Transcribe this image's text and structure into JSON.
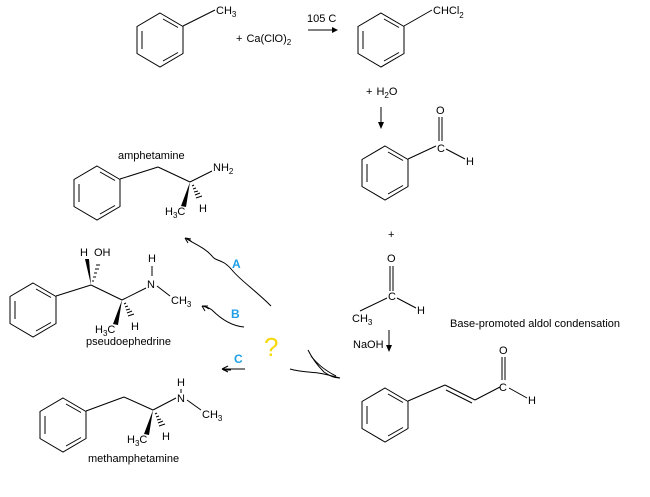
{
  "scheme": {
    "toluene": {
      "substituent": "CH",
      "substituent_sub": "3"
    },
    "reagent1": {
      "plus": "+",
      "formula": "Ca(ClO)",
      "formula_sub": "2"
    },
    "condition1": "105 C",
    "benzal_chloride": {
      "substituent": "CHCl",
      "substituent_sub": "2"
    },
    "reagent2": {
      "plus": "+",
      "h": "H",
      "sub": "2",
      "o": "O"
    },
    "benzaldehyde": {
      "o": "O",
      "c": "C",
      "h": "H"
    },
    "plus_between": "+",
    "acetaldehyde": {
      "o": "O",
      "c": "C",
      "h": "H",
      "ch": "CH",
      "ch_sub": "3"
    },
    "base": "NaOH",
    "aldol_note": "Base-promoted aldol condensation",
    "cinnamaldehyde": {
      "o": "O",
      "c": "C",
      "h": "H"
    },
    "unknown": "?",
    "routes": [
      "A",
      "B",
      "C"
    ],
    "amphetamine": {
      "name": "amphetamine",
      "nh": "NH",
      "nh_sub": "2",
      "h3c_h": "H",
      "h3c_sub": "3",
      "h3c_c": "C",
      "h": "H"
    },
    "pseudoephedrine": {
      "name": "pseudoephedrine",
      "h_top": "H",
      "oh": "OH",
      "n_h": "H",
      "n": "N",
      "ch": "CH",
      "ch_sub": "3",
      "h3c_h": "H",
      "h3c_sub": "3",
      "h3c_c": "C",
      "h": "H"
    },
    "methamphetamine": {
      "name": "methamphetamine",
      "n_h": "H",
      "n": "N",
      "ch": "CH",
      "ch_sub": "3",
      "h3c_h": "H",
      "h3c_sub": "3",
      "h3c_c": "C",
      "h": "H"
    }
  },
  "colors": {
    "route_label": "#1fa0e6",
    "question_mark": "#f5d90a",
    "ink": "#000000"
  }
}
